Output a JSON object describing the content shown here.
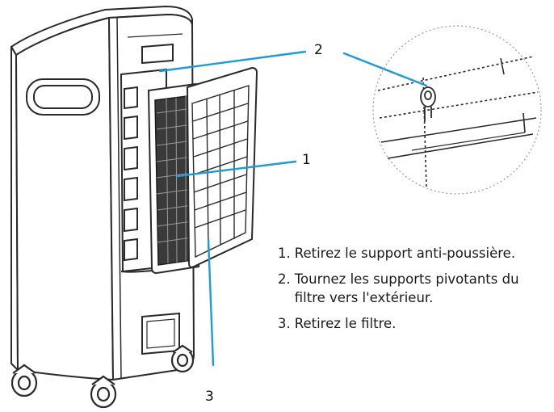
{
  "callouts": {
    "dust_filter": "1",
    "pivot_support": "2",
    "filter": "3"
  },
  "colors": {
    "accent": "#1e9bd7",
    "outline": "#2a2a2a",
    "zoom_circle": "#9a9a9a"
  },
  "steps": [
    {
      "num": "1.",
      "text": "Retirez le support anti-poussière."
    },
    {
      "num": "2.",
      "text": "Tournez les supports pivotants du\nfiltre vers l'extérieur."
    },
    {
      "num": "3.",
      "text": "Retirez le filtre."
    }
  ]
}
